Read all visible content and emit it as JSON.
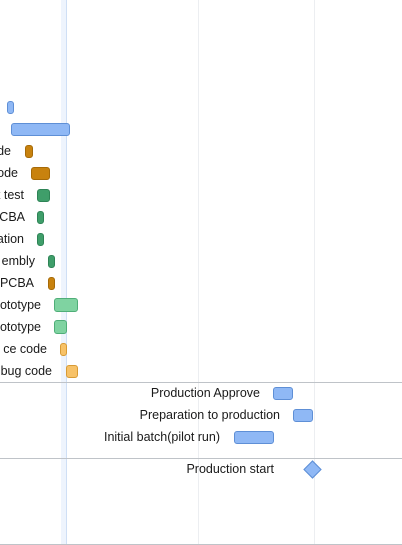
{
  "timeline": {
    "rows": [
      {
        "name": "task-1",
        "label": "",
        "color": "blue"
      },
      {
        "name": "task-2",
        "label": "",
        "color": "blue"
      },
      {
        "name": "task-3",
        "label": "de",
        "color": "orange"
      },
      {
        "name": "task-4",
        "label": "ode",
        "color": "orange"
      },
      {
        "name": "task-5",
        "label": "t test",
        "color": "green"
      },
      {
        "name": "task-6",
        "label": "CBA",
        "color": "green"
      },
      {
        "name": "task-7",
        "label": "ation",
        "color": "green"
      },
      {
        "name": "task-8",
        "label": "embly",
        "color": "green"
      },
      {
        "name": "task-9",
        "label": "PCBA",
        "color": "orange"
      },
      {
        "name": "task-10",
        "label": "ototype",
        "color": "lightgreen"
      },
      {
        "name": "task-11",
        "label": "ototype",
        "color": "lightgreen"
      },
      {
        "name": "task-12",
        "label": "ce code",
        "color": "yellow"
      },
      {
        "name": "task-13",
        "label": "bug code",
        "color": "yellow"
      },
      {
        "name": "production-approve",
        "label": "Production Approve",
        "color": "blue"
      },
      {
        "name": "preparation-to-production",
        "label": "Preparation to production",
        "color": "blue"
      },
      {
        "name": "initial-batch",
        "label": "Initial batch(pilot run)",
        "color": "blue"
      },
      {
        "name": "production-start",
        "label": "Production start",
        "color": "blue",
        "milestone": true
      }
    ]
  }
}
